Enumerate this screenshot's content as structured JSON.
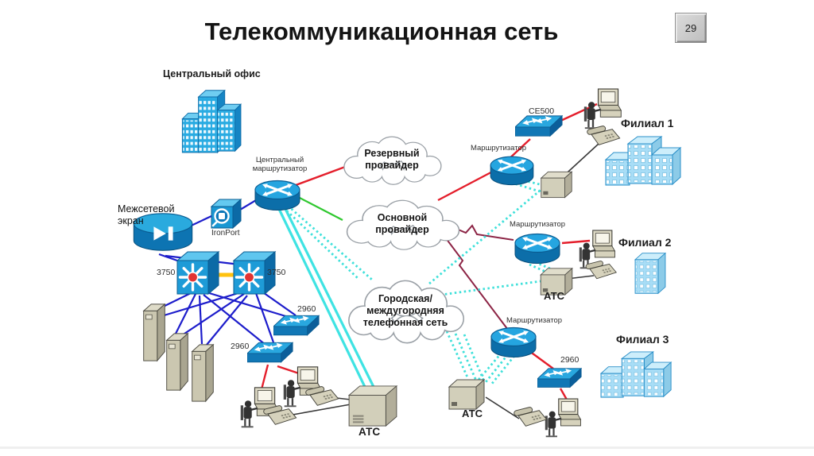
{
  "slide": {
    "title": "Телекоммуникационная сеть",
    "page_number": "29"
  },
  "labels": {
    "central_office": "Центральный офис",
    "firewall_line1": "Межсетевой",
    "firewall_line2": "экран",
    "ironport": "IronPort",
    "central_router_line1": "Центральный",
    "central_router_line2": "маршрутизатор",
    "router": "Маршрутизатор",
    "switch_3750": "3750",
    "switch_2960": "2960",
    "ce500": "CE500",
    "atc": "АТС",
    "branch1": "Филиал 1",
    "branch2": "Филиал 2",
    "branch3": "Филиал 3"
  },
  "clouds": {
    "backup_line1": "Резервный",
    "backup_line2": "провайдер",
    "main_line1": "Основной",
    "main_line2": "провайдер",
    "pstn_line1": "Городская/",
    "pstn_line2": "междугородняя",
    "pstn_line3": "телефонная сеть"
  },
  "colors": {
    "lan_link_blue": "#1d1dcb",
    "wan_backup_red": "#e41e2b",
    "wan_main_maroon": "#8c2445",
    "provider_green": "#2fc82f",
    "voice_trunk_cyan": "#3fe3e3",
    "stack_link_yellow": "#ffc20e",
    "phone_line_black": "#3a3a3a",
    "cisco_blue": "#1e9bd7",
    "equipment_beige": "#d2cfba",
    "building_bright": "#29abe2",
    "building_light": "#a8ddf6"
  }
}
